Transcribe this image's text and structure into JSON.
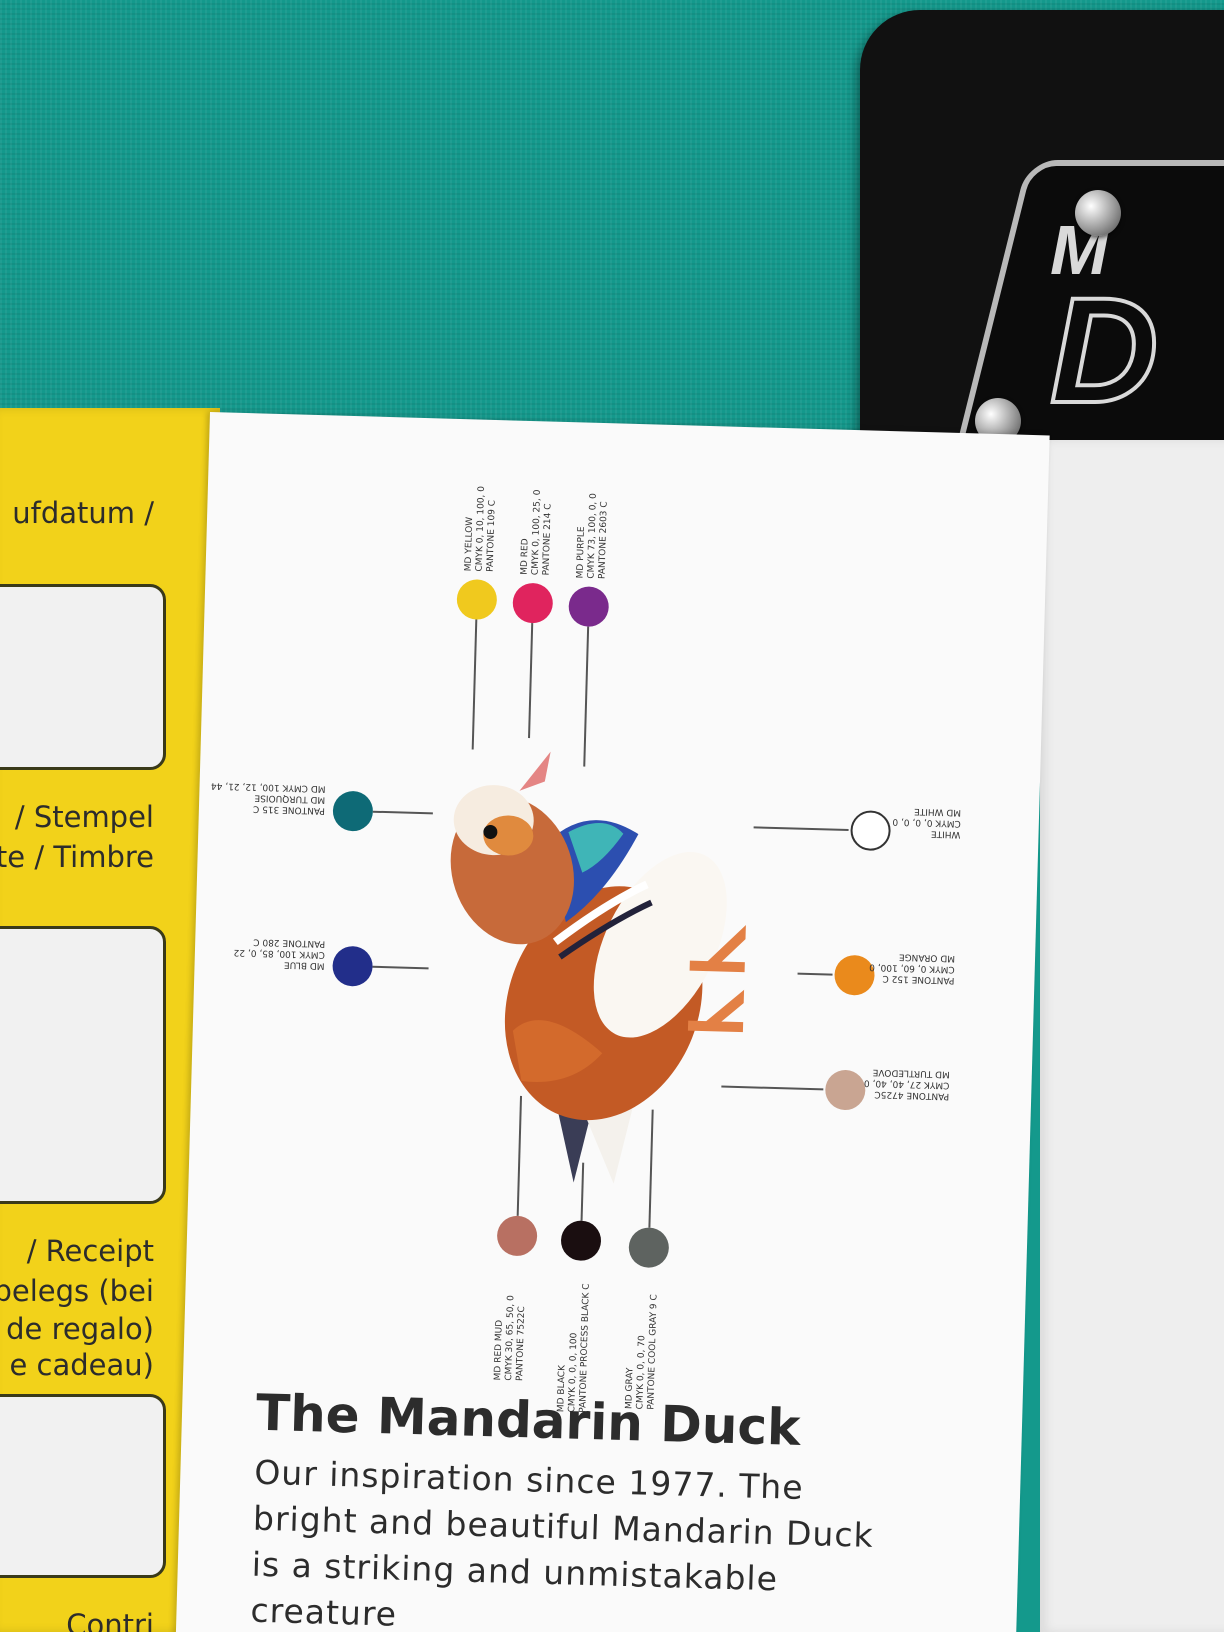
{
  "brand": {
    "line1": "M",
    "line2": "D"
  },
  "yellow_panel": {
    "texts": [
      "ufdatum /",
      "/ Stempel",
      "nte / Timbre",
      "/ Receipt",
      "belegs (bei",
      "de regalo)",
      "e cadeau)",
      "Contri"
    ]
  },
  "card": {
    "title": "The Mandarin Duck",
    "body": "Our inspiration since 1977. The bright and beautiful Mandarin Duck is a striking and unmistakable creature",
    "swatches": {
      "yellow": {
        "color": "#f0c91e",
        "name": "MD YELLOW",
        "cmyk": "CMYK 0, 10, 100, 0",
        "pantone": "PANTONE 109 C"
      },
      "red": {
        "color": "#e0245e",
        "name": "MD RED",
        "cmyk": "CMYK 0, 100, 25, 0",
        "pantone": "PANTONE 214 C"
      },
      "purple": {
        "color": "#7a2a8c",
        "name": "MD PURPLE",
        "cmyk": "CMYK 73, 100, 0, 0",
        "pantone": "PANTONE 2603 C"
      },
      "turquoise": {
        "color": "#0e6a76",
        "name": "MD TURQUOISE",
        "cmyk": "MD CMYK 100, 12, 21, 44",
        "pantone": "PANTONE 315 C"
      },
      "blue": {
        "color": "#222e8a",
        "name": "MD BLUE",
        "cmyk": "CMYK 100, 85, 0, 22",
        "pantone": "PANTONE 280 C"
      },
      "white": {
        "color": "#ffffff",
        "name": "MD WHITE",
        "cmyk": "CMYK 0, 0, 0, 0",
        "pantone": "WHITE"
      },
      "orange": {
        "color": "#ea8a1c",
        "name": "MD ORANGE",
        "cmyk": "CMYK 0, 60, 100, 0",
        "pantone": "PANTONE 152 C"
      },
      "turtledove": {
        "color": "#c9a592",
        "name": "MD TURTLEDOVE",
        "cmyk": "CMYK 27, 40, 40, 0",
        "pantone": "PANTONE 4725C"
      },
      "mud": {
        "color": "#b87062",
        "name": "MD RED MUD",
        "cmyk": "CMYK 30, 65, 50, 0",
        "pantone": "PANTONE 7522C"
      },
      "black": {
        "color": "#1a0e10",
        "name": "MD BLACK",
        "cmyk": "CMYK 0, 0, 0, 100",
        "pantone": "PANTONE PROCESS BLACK C"
      },
      "gray": {
        "color": "#5e6360",
        "name": "MD GRAY",
        "cmyk": "CMYK 0, 0, 0, 70",
        "pantone": "PANTONE COOL GRAY 9 C"
      }
    }
  }
}
